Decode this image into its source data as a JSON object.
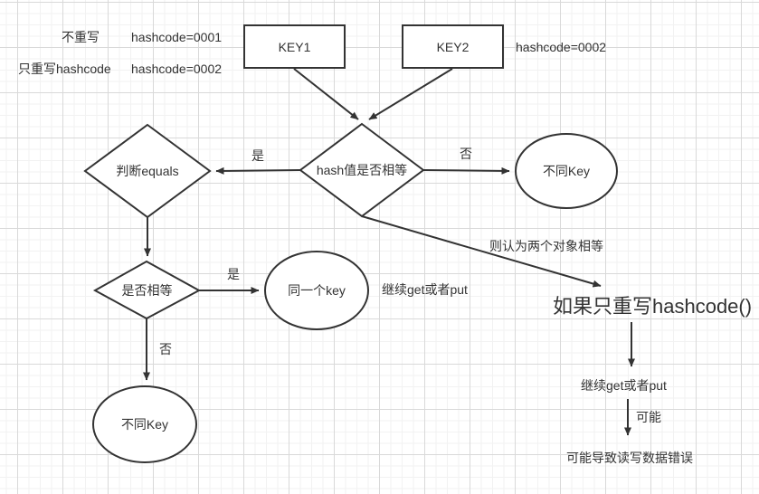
{
  "legend": {
    "row1_label": "不重写",
    "row1_value": "hashcode=0001",
    "row2_label": "只重写hashcode",
    "row2_value": "hashcode=0002"
  },
  "nodes": {
    "key1": "KEY1",
    "key2": "KEY2",
    "key2_hashcode": "hashcode=0002",
    "hash_equal_check": "hash值是否相等",
    "judge_equals": "判断equals",
    "different_key_right": "不同Key",
    "equal_check": "是否相等",
    "same_key": "同一个key",
    "different_key_bottom": "不同Key"
  },
  "edge_labels": {
    "yes_to_equals": "是",
    "no_to_diff_key": "否",
    "yes_to_same_key": "是",
    "no_to_diff_key_bottom": "否",
    "then_considered_equal": "则认为两个对象相等",
    "maybe": "可能"
  },
  "notes": {
    "continue_get_put_1": "继续get或者put",
    "only_override_hashcode": "如果只重写hashcode()",
    "continue_get_put_2": "继续get或者put",
    "read_write_error": "可能导致读写数据错误"
  },
  "colors": {
    "stroke": "#333333",
    "grid_minor": "#f2f2f2",
    "grid_major": "#d9d9d9",
    "background": "#ffffff"
  }
}
